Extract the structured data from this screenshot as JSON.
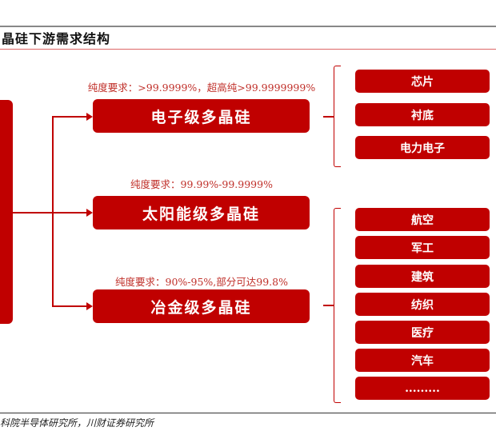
{
  "title": "晶硅下游需求结构",
  "grades": [
    {
      "label": "电子级多晶硅",
      "purity": "纯度要求：>99.9999%，超高纯>99.9999999%"
    },
    {
      "label": "太阳能级多晶硅",
      "purity": "纯度要求：99.99%-99.9999%"
    },
    {
      "label": "冶金级多晶硅",
      "purity": "纯度要求：90%-95%,部分可达99.8%"
    }
  ],
  "electronic_uses": [
    "芯片",
    "衬底",
    "电力电子"
  ],
  "metallurgical_uses": [
    "航空",
    "军工",
    "建筑",
    "纺织",
    "医疗",
    "汽车",
    "........."
  ],
  "source": "科院半导体研究所，川财证券研究所",
  "colors": {
    "accent": "#c00000"
  }
}
